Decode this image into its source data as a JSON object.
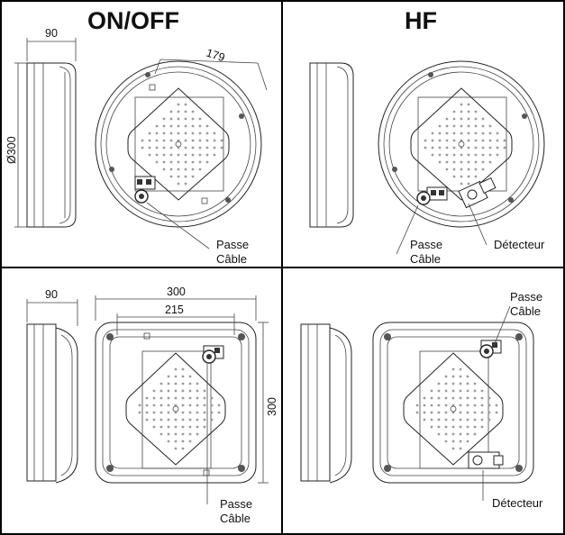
{
  "panels": {
    "top_left": {
      "title": "ON/OFF",
      "dims": {
        "depth": "90",
        "diameter": "Ø300",
        "angle": "179"
      },
      "labels": {
        "cable_line1": "Passe",
        "cable_line2": "Câble"
      }
    },
    "top_right": {
      "title": "HF",
      "labels": {
        "cable_line1": "Passe",
        "cable_line2": "Câble",
        "detector": "Détecteur"
      }
    },
    "bottom_left": {
      "dims": {
        "depth": "90",
        "width": "300",
        "inner": "215",
        "height": "300"
      },
      "labels": {
        "cable_line1": "Passe",
        "cable_line2": "Câble"
      }
    },
    "bottom_right": {
      "labels": {
        "cable_line1": "Passe",
        "cable_line2": "Câble",
        "detector": "Détecteur"
      }
    }
  },
  "colors": {
    "line": "#222222",
    "dot": "#9a9a9a",
    "border": "#000000"
  }
}
